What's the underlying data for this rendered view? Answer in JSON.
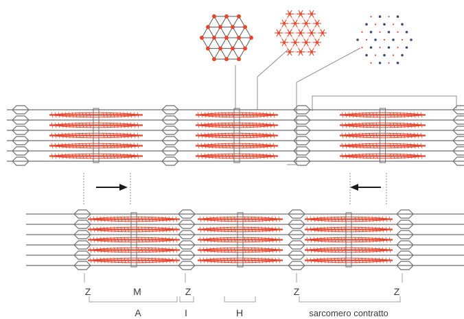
{
  "colors": {
    "thick_filament": "#e8452c",
    "thin_filament": "#6e6e6e",
    "band_lines": "#a0a0a0",
    "arrow": "#1a1a1a",
    "text": "#3a3a3a"
  },
  "labels": {
    "z_left": "Z",
    "m_line": "M",
    "z_mid": "Z",
    "a_band": "A",
    "i_band": "I",
    "h_zone": "H",
    "z_contracted_left": "Z",
    "z_contracted_right": "Z",
    "contracted_sarcomere": "sarcomero contratto"
  },
  "insets": [
    {
      "name": "thin-filament-lattice-inset",
      "pattern": "triangular lattice"
    },
    {
      "name": "overlap-lattice-inset",
      "pattern": "hexagonal lattice with cross-bridges"
    },
    {
      "name": "thick-filament-lattice-inset",
      "pattern": "sparse dot lattice"
    }
  ],
  "arrows": [
    {
      "name": "contraction-arrow-right",
      "direction": "right"
    },
    {
      "name": "contraction-arrow-left",
      "direction": "left"
    }
  ]
}
